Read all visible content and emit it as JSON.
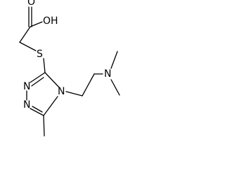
{
  "molecule": {
    "atoms": {
      "hydroxyl": "OH",
      "carbonyl_oxygen": "O",
      "sulfur": "S",
      "ring_n1": "N",
      "ring_n2": "N",
      "ring_n4": "N",
      "amine_n": "N"
    },
    "bond_color": "#000000",
    "background": "#ffffff"
  }
}
